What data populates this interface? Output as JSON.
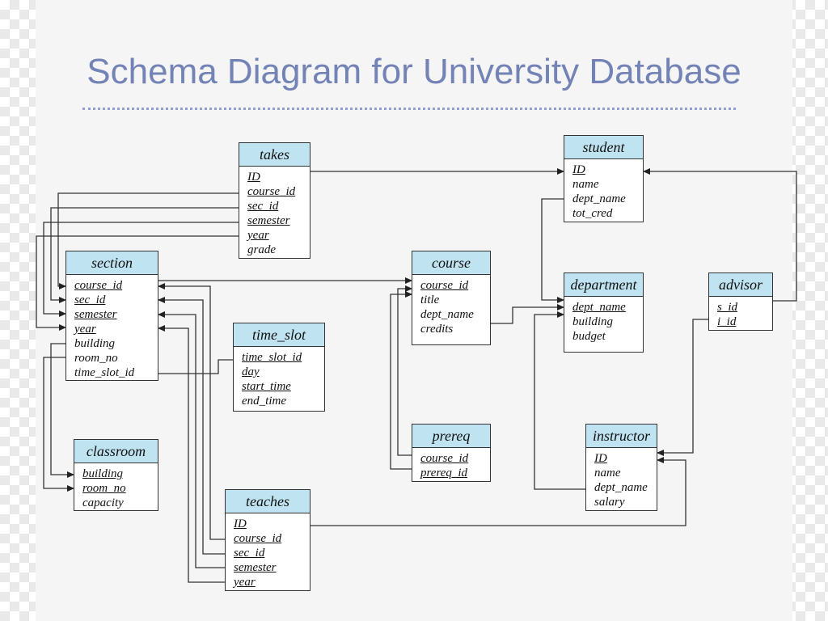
{
  "title": "Schema Diagram for University Database",
  "colors": {
    "title": "#7383b5",
    "header_fill": "#bfe3f1",
    "line": "#333333"
  },
  "tables": {
    "takes": {
      "name": "takes",
      "attrs": [
        {
          "name": "ID",
          "pk": true
        },
        {
          "name": "course_id",
          "pk": true
        },
        {
          "name": "sec_id",
          "pk": true
        },
        {
          "name": "semester",
          "pk": true
        },
        {
          "name": "year",
          "pk": true
        },
        {
          "name": "grade",
          "pk": false
        }
      ]
    },
    "student": {
      "name": "student",
      "attrs": [
        {
          "name": "ID",
          "pk": true
        },
        {
          "name": "name",
          "pk": false
        },
        {
          "name": "dept_name",
          "pk": false
        },
        {
          "name": "tot_cred",
          "pk": false
        }
      ]
    },
    "section": {
      "name": "section",
      "attrs": [
        {
          "name": "course_id",
          "pk": true
        },
        {
          "name": "sec_id",
          "pk": true
        },
        {
          "name": "semester",
          "pk": true
        },
        {
          "name": "year",
          "pk": true
        },
        {
          "name": "building",
          "pk": false
        },
        {
          "name": "room_no",
          "pk": false
        },
        {
          "name": "time_slot_id",
          "pk": false
        }
      ]
    },
    "course": {
      "name": "course",
      "attrs": [
        {
          "name": "course_id",
          "pk": true
        },
        {
          "name": "title",
          "pk": false
        },
        {
          "name": "dept_name",
          "pk": false
        },
        {
          "name": "credits",
          "pk": false
        }
      ]
    },
    "department": {
      "name": "department",
      "attrs": [
        {
          "name": "dept_name",
          "pk": true
        },
        {
          "name": "building",
          "pk": false
        },
        {
          "name": "budget",
          "pk": false
        }
      ]
    },
    "advisor": {
      "name": "advisor",
      "attrs": [
        {
          "name": "s_id",
          "pk": true
        },
        {
          "name": "i_id",
          "pk": true
        }
      ]
    },
    "time_slot": {
      "name": "time_slot",
      "attrs": [
        {
          "name": "time_slot_id",
          "pk": true
        },
        {
          "name": "day",
          "pk": true
        },
        {
          "name": "start_time",
          "pk": true
        },
        {
          "name": "end_time",
          "pk": false
        }
      ]
    },
    "classroom": {
      "name": "classroom",
      "attrs": [
        {
          "name": "building",
          "pk": true
        },
        {
          "name": "room_no",
          "pk": true
        },
        {
          "name": "capacity",
          "pk": false
        }
      ]
    },
    "prereq": {
      "name": "prereq",
      "attrs": [
        {
          "name": "course_id",
          "pk": true
        },
        {
          "name": "prereq_id",
          "pk": true
        }
      ]
    },
    "instructor": {
      "name": "instructor",
      "attrs": [
        {
          "name": "ID",
          "pk": true
        },
        {
          "name": "name",
          "pk": false
        },
        {
          "name": "dept_name",
          "pk": false
        },
        {
          "name": "salary",
          "pk": false
        }
      ]
    },
    "teaches": {
      "name": "teaches",
      "attrs": [
        {
          "name": "ID",
          "pk": true
        },
        {
          "name": "course_id",
          "pk": true
        },
        {
          "name": "sec_id",
          "pk": true
        },
        {
          "name": "semester",
          "pk": true
        },
        {
          "name": "year",
          "pk": true
        }
      ]
    }
  }
}
